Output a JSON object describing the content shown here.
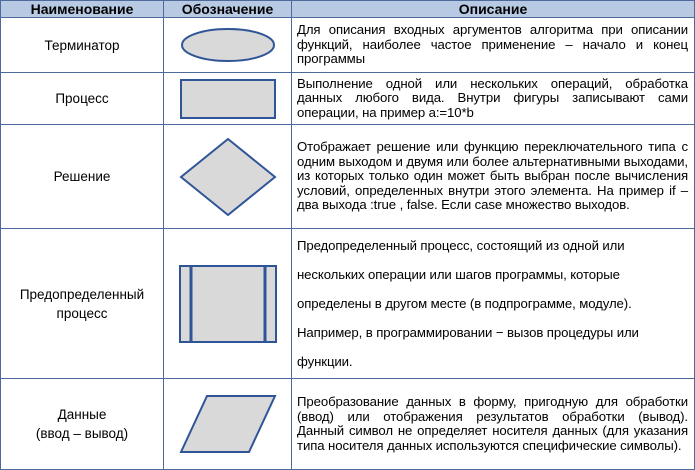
{
  "headers": {
    "name": "Наименование",
    "symbol": "Обозначение",
    "description": "Описание"
  },
  "rows": [
    {
      "name": "Терминатор",
      "symbol_icon": "terminator-ellipse-icon",
      "description": "Для описания входных аргументов алгоритма при описании функций, наиболее частое применение – начало и конец программы"
    },
    {
      "name": "Процесс",
      "symbol_icon": "process-rectangle-icon",
      "description": "Выполнение одной или нескольких операций, обработка данных любого вида. Внутри фигуры записывают сами операции, на пример a:=10*b"
    },
    {
      "name": "Решение",
      "symbol_icon": "decision-diamond-icon",
      "description": "Отображает решение или функцию переключательного типа с одним выходом и двумя или более альтернативными выходами, из которых только один может быть выбран после вычисления условий, определенных внутри этого элемента. На пример if – два выхода :true , false. Если case множество выходов."
    },
    {
      "name": "Предопределенный процесс",
      "symbol_icon": "predefined-process-icon",
      "description_lines": [
        "Предопределенный процесс, состоящий из одной или",
        "нескольких операции или шагов программы, которые",
        "определены в другом месте (в подпрограмме, модуле).",
        "Например, в программировании − вызов процедуры или",
        "функции."
      ]
    },
    {
      "name_lines": [
        "Данные",
        "(ввод – вывод)"
      ],
      "symbol_icon": "data-parallelogram-icon",
      "description": "Преобразование данных в форму, пригодную для обработки (ввод) или отображения результатов обработки (вывод). Данный символ не определяет носителя данных (для указания типа носителя данных используются специфические символы)."
    }
  ]
}
